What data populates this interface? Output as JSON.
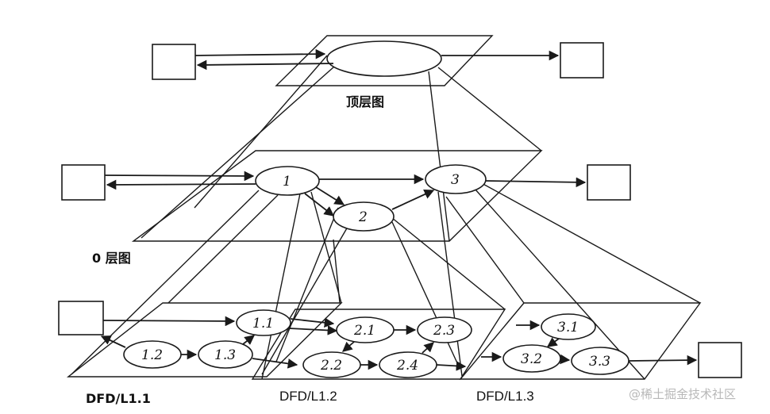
{
  "diagram": {
    "captions": {
      "top": "顶层图",
      "level0": "0 层图",
      "dfd11": "DFD/L1.1",
      "dfd12": "DFD/L1.2",
      "dfd13": "DFD/L1.3"
    },
    "process_labels": {
      "p1": "1",
      "p2": "2",
      "p3": "3",
      "p11": "1.1",
      "p12": "1.2",
      "p13": "1.3",
      "p21": "2.1",
      "p22": "2.2",
      "p23": "2.3",
      "p24": "2.4",
      "p31": "3.1",
      "p32": "3.2",
      "p33": "3.3"
    },
    "watermark": "@稀土掘金技术社区"
  }
}
